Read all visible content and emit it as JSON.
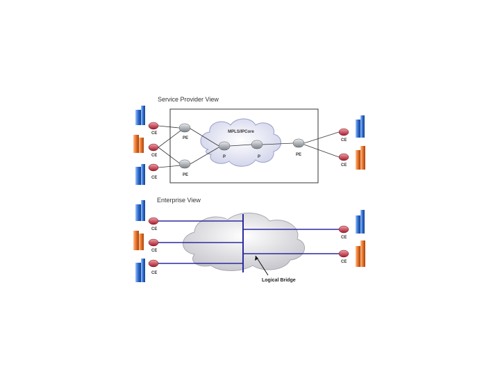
{
  "service_provider": {
    "title": "Service Provider View",
    "cloud_label": "MPLS/IPCore",
    "left_ce": [
      {
        "label": "CE",
        "site_color": "#2f6fd1"
      },
      {
        "label": "CE",
        "site_color": "#e8702a"
      },
      {
        "label": "CE",
        "site_color": "#2f6fd1"
      }
    ],
    "right_ce": [
      {
        "label": "CE",
        "site_color": "#2f6fd1"
      },
      {
        "label": "CE",
        "site_color": "#e8702a"
      }
    ],
    "pe_labels": [
      "PE",
      "PE",
      "PE"
    ],
    "p_labels": [
      "P",
      "P"
    ]
  },
  "enterprise": {
    "title": "Enterprise View",
    "left_ce": [
      {
        "label": "CE",
        "site_color": "#2f6fd1"
      },
      {
        "label": "CE",
        "site_color": "#e8702a"
      },
      {
        "label": "CE",
        "site_color": "#2f6fd1"
      }
    ],
    "right_ce": [
      {
        "label": "CE",
        "site_color": "#2f6fd1"
      },
      {
        "label": "CE",
        "site_color": "#e8702a"
      }
    ],
    "bridge_label": "Logical Bridge"
  },
  "colors": {
    "router": "#c0283a",
    "pe_router": "#9aa0a6",
    "link_blue": "#2a2aa0",
    "cloud_fill": "#e6e8f5"
  }
}
